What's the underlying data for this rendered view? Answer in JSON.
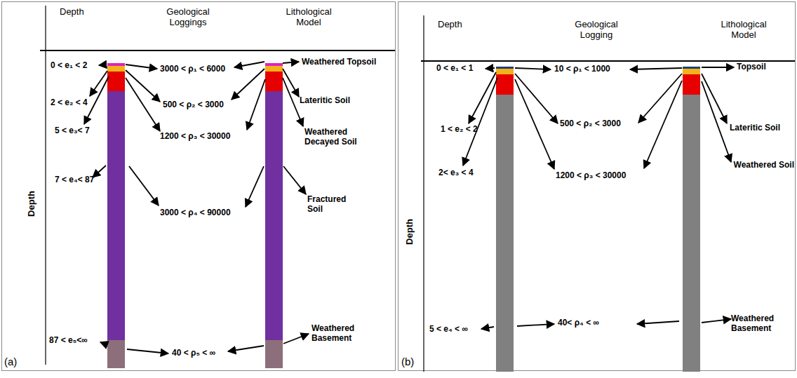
{
  "diagram": {
    "labels": [
      "Depth",
      "Geological Loggings",
      "Lithological Model",
      "Depth",
      "0 < e₁ < 2",
      "2 < e₂ < 4",
      "5 < e₃< 7",
      "7 < e₄< 87",
      "87 < e₅<∞",
      "3000 < ρ₁ < 6000",
      "500 < ρ₂ < 3000",
      "1200 < ρ₃ < 30000",
      "3000 < ρ₄ < 90000",
      "40 < ρ₅ < ∞",
      "Weathered Topsoil",
      "Lateritic Soil",
      "Weathered Decayed Soil",
      "Fractured Soil",
      "Weathered Basement",
      "(a)",
      "Depth",
      "Geological Logging",
      "Lithological Model",
      "Depth",
      "0 < e₁ < 1",
      "1 < e₂ < 2",
      "2< e₃ < 4",
      "5 < e₄ < ∞",
      "10 < ρ₁ < 1000",
      "500 < ρ₂ < 3000",
      "1200 < ρ₃ < 30000",
      "40< ρ₄ < ∞",
      "Topsoil",
      "Lateritic Soil",
      "Weathered Soil",
      "Weathered Basement",
      "(b)"
    ]
  }
}
